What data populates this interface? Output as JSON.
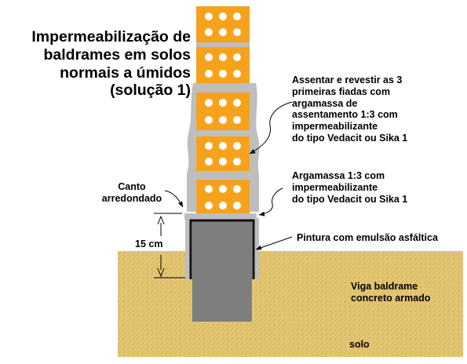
{
  "title": "Impermeabilização de\nbaldrames em solos\nnormais a úmidos\n(solução 1)",
  "labels": {
    "assentar": "Assentar e revestir as 3\nprimeiras fiadas com\nargamassa de\nassentamento 1:3 com\nimpermeabilizante\ndo tipo Vedacit ou Sika 1",
    "argamassa": "Argamassa 1:3 com\nimpermeabilizante\ndo tipo Vedacit ou Sika 1",
    "canto": "Canto\narredondado",
    "dimension": "15 cm",
    "pintura": "Pintura com emulsão asfáltica",
    "viga": "Viga baldrame\nconcreto armado",
    "solo": "solo"
  },
  "colors": {
    "brick": "#F7A21B",
    "brick_hole": "#FFFFFF",
    "mortar": "#BEBEBE",
    "soil": "#E3C673",
    "soil_speck": "#C9A24A",
    "beam": "#7E7E7E",
    "asphalt": "#111111"
  }
}
